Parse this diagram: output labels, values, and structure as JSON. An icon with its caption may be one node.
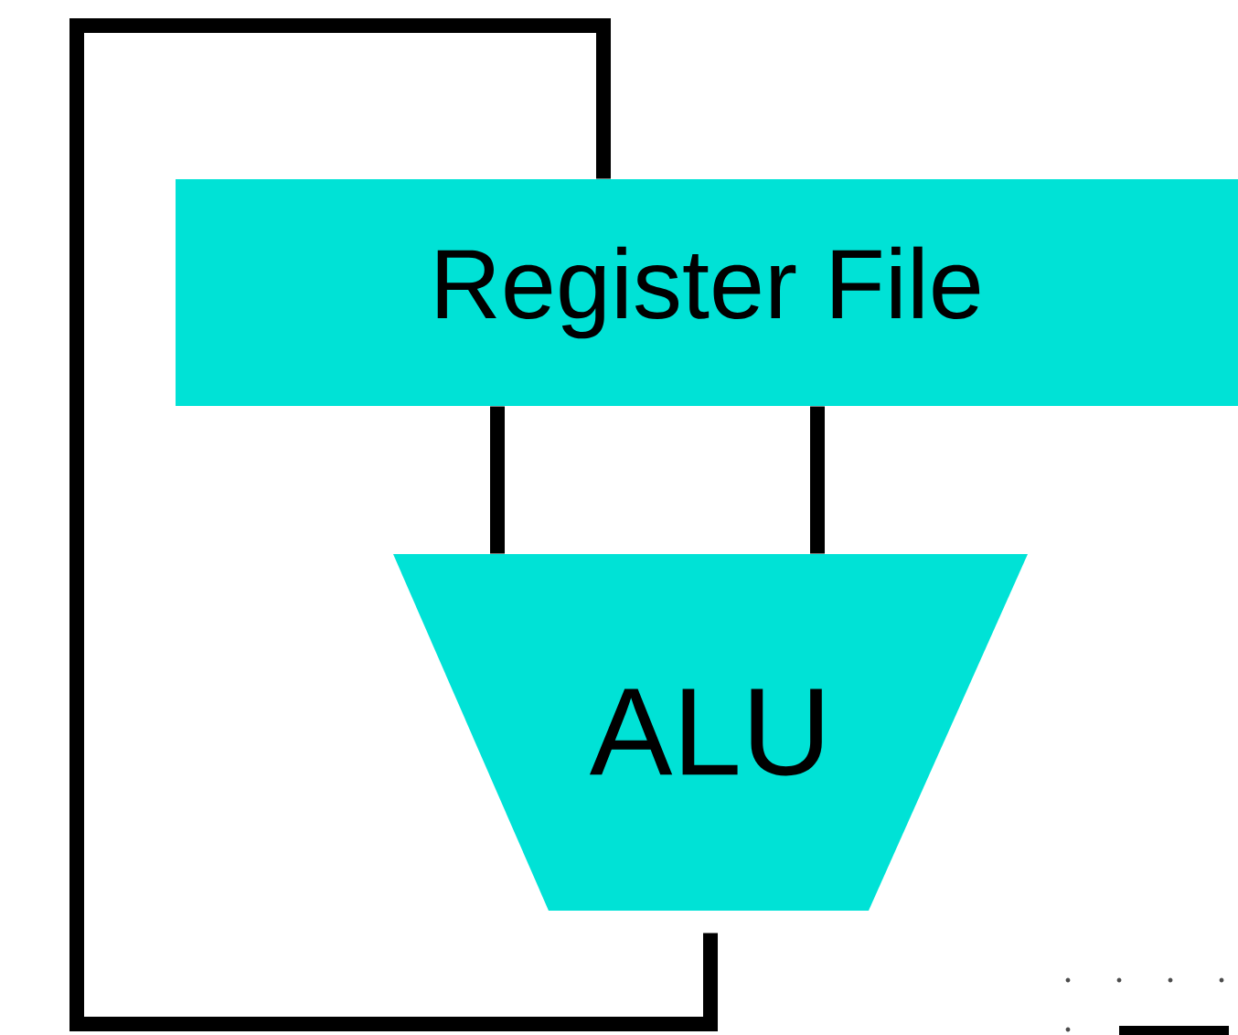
{
  "diagram": {
    "nodes": [
      {
        "text": [
          "Register File"
        ]
      },
      {
        "text": [
          "ALU"
        ]
      }
    ],
    "edges": [
      {
        "from": 0,
        "to": 1,
        "arrow": "none"
      },
      {
        "from": 0,
        "to": 1,
        "arrow": "none"
      },
      {
        "from": 1,
        "to": 0,
        "arrow": "none"
      }
    ]
  }
}
